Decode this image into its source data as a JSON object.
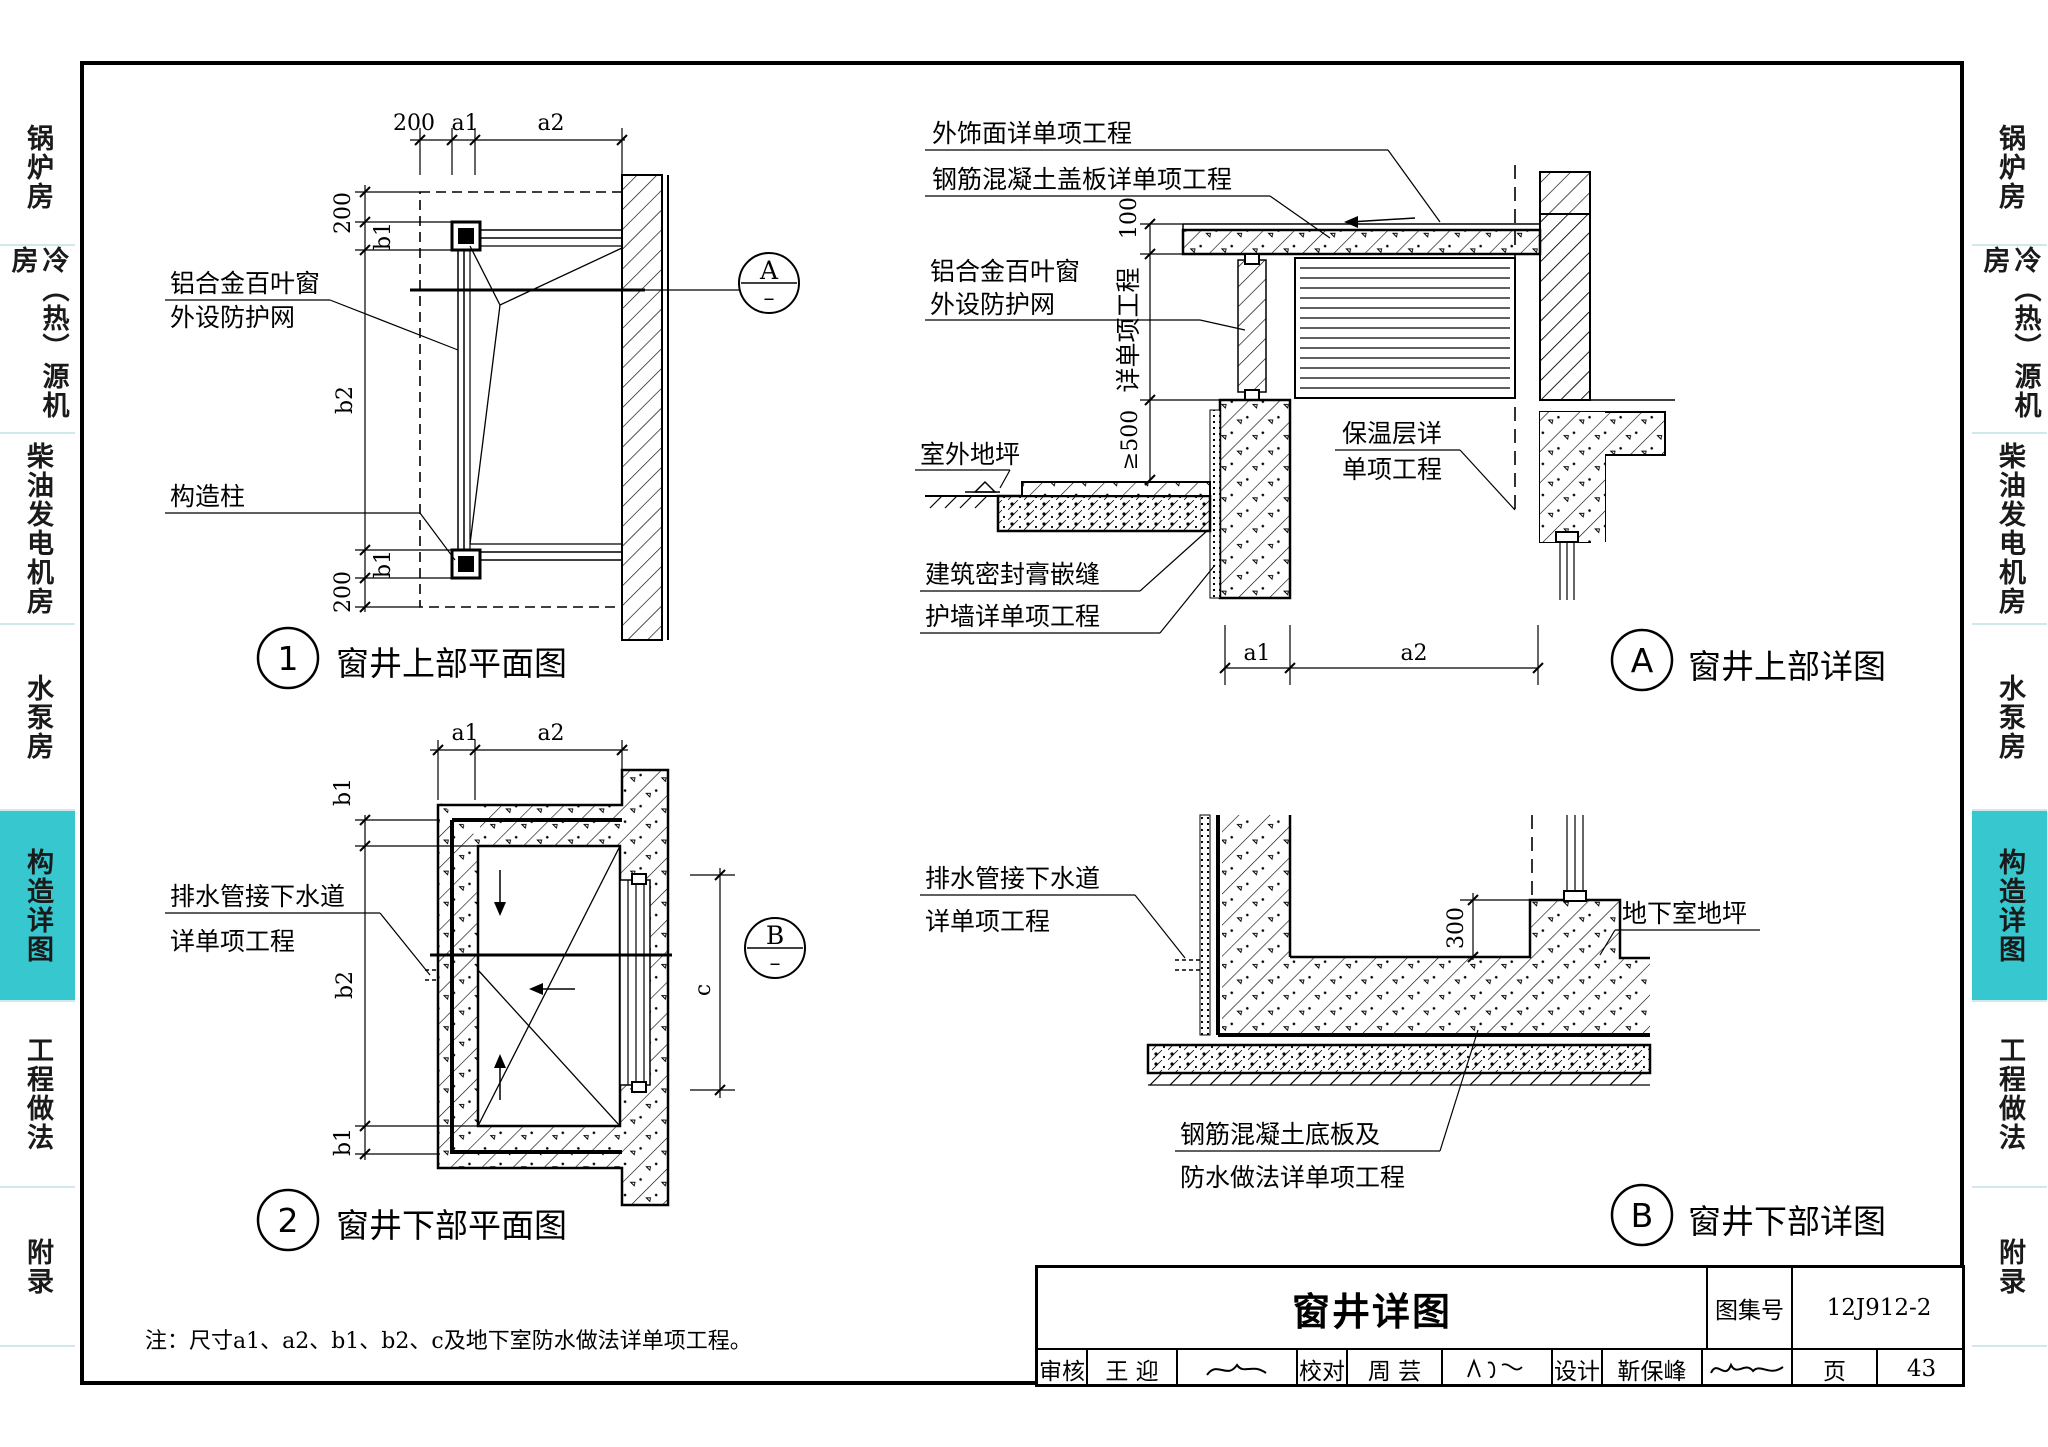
{
  "sidebar_left": [
    {
      "label": "锅炉房",
      "active": false
    },
    {
      "label": "冷（热）源机房",
      "active": false
    },
    {
      "label": "柴油发电机房",
      "active": false
    },
    {
      "label": "水泵房",
      "active": false
    },
    {
      "label": "构造详图",
      "active": true
    },
    {
      "label": "工程做法",
      "active": false
    },
    {
      "label": "附录",
      "active": false
    }
  ],
  "sidebar_right": [
    {
      "label": "锅炉房",
      "active": false
    },
    {
      "label": "冷（热）源机房",
      "active": false
    },
    {
      "label": "柴油发电机房",
      "active": false
    },
    {
      "label": "水泵房",
      "active": false
    },
    {
      "label": "构造详图",
      "active": true
    },
    {
      "label": "工程做法",
      "active": false
    },
    {
      "label": "附录",
      "active": false
    }
  ],
  "active_color": "#37c7cf",
  "drawings": {
    "d1": {
      "number": "1",
      "title": "窗井上部平面图",
      "dims": {
        "d200": "200",
        "a1": "a1",
        "a2": "a2",
        "b1": "b1",
        "b2": "b2"
      },
      "callout1": "铝合金百叶窗",
      "callout2": "外设防护网",
      "callout3": "构造柱",
      "section_mark": "A"
    },
    "d2": {
      "number": "2",
      "title": "窗井下部平面图",
      "dims": {
        "a1": "a1",
        "a2": "a2",
        "b1": "b1",
        "b2": "b2",
        "c": "c"
      },
      "callout1": "排水管接下水道",
      "callout2": "详单项工程",
      "section_mark": "B"
    },
    "dA": {
      "number": "A",
      "title": "窗井上部详图",
      "dims": {
        "d100": "100",
        "d500": "≥500",
        "detail": "详单项工程",
        "a1": "a1",
        "a2": "a2"
      },
      "callout_finish": "外饰面详单项工程",
      "callout_cover": "钢筋混凝土盖板详单项工程",
      "callout_louver1": "铝合金百叶窗",
      "callout_louver2": "外设防护网",
      "callout_ground": "室外地坪",
      "callout_insul1": "保温层详",
      "callout_insul2": "单项工程",
      "callout_seal": "建筑密封膏嵌缝",
      "callout_wall": "护墙详单项工程"
    },
    "dB": {
      "number": "B",
      "title": "窗井下部详图",
      "dims": {
        "d300": "300"
      },
      "callout_drain1": "排水管接下水道",
      "callout_drain2": "详单项工程",
      "callout_floor": "地下室地坪",
      "callout_slab1": "钢筋混凝土底板及",
      "callout_slab2": "防水做法详单项工程"
    }
  },
  "note": "注：尺寸a1、a2、b1、b2、c及地下室防水做法详单项工程。",
  "title_block": {
    "title": "窗井详图",
    "atlas_label": "图集号",
    "atlas_no": "12J912-2",
    "review_label": "审核",
    "reviewer": "王 迎",
    "check_label": "校对",
    "checker": "周 芸",
    "design_label": "设计",
    "designer": "靳保峰",
    "page_label": "页",
    "page_no": "43"
  }
}
